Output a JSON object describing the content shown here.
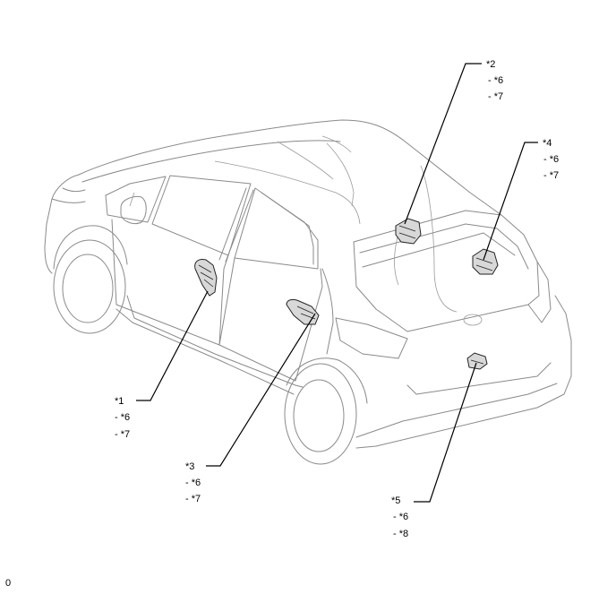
{
  "callouts": [
    {
      "id": "*1",
      "items": [
        "- *6",
        "- *7"
      ]
    },
    {
      "id": "*2",
      "items": [
        "- *6",
        "- *7"
      ]
    },
    {
      "id": "*3",
      "items": [
        "- *6",
        "- *7"
      ]
    },
    {
      "id": "*4",
      "items": [
        "- *6",
        "- *7"
      ]
    },
    {
      "id": "*5",
      "items": [
        "- *6",
        "- *8"
      ]
    }
  ],
  "footer_code": "0"
}
